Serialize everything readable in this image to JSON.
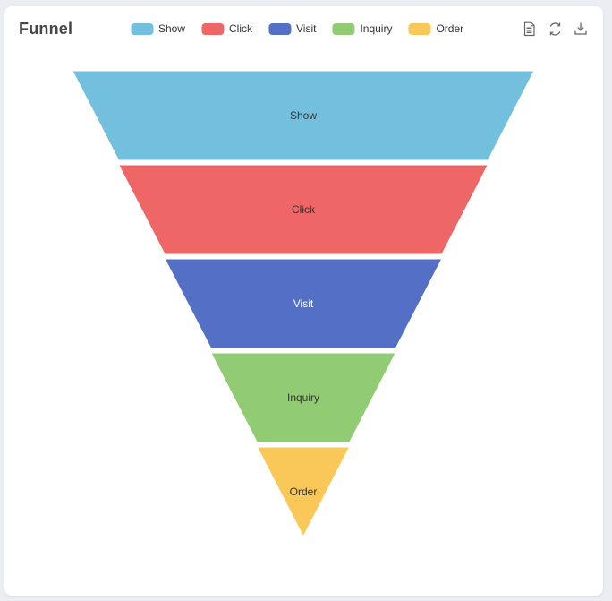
{
  "page": {
    "background_color": "#ebedf2",
    "card_background_color": "#ffffff"
  },
  "header": {
    "title": "Funnel",
    "legend": [
      {
        "label": "Show",
        "color": "#73c0de"
      },
      {
        "label": "Click",
        "color": "#ee6666"
      },
      {
        "label": "Visit",
        "color": "#5470c6"
      },
      {
        "label": "Inquiry",
        "color": "#91cc75"
      },
      {
        "label": "Order",
        "color": "#fac858"
      }
    ],
    "toolbox": [
      {
        "icon": "data-view-icon",
        "name": "data view"
      },
      {
        "icon": "restore-icon",
        "name": "restore"
      },
      {
        "icon": "save-image-icon",
        "name": "save as image"
      }
    ],
    "toolbox_icon_color": "#666666"
  },
  "chart_data": {
    "type": "funnel",
    "title": "Funnel",
    "sort": "descending",
    "orientation": "vertical",
    "label_position": "inside",
    "legend_position": "top",
    "min_size_percent": 0,
    "max_size_percent": 100,
    "border_color": "#ffffff",
    "items": [
      {
        "name": "Show",
        "value": 100,
        "color": "#73c0de",
        "label_color": "#333333"
      },
      {
        "name": "Click",
        "value": 80,
        "color": "#ee6666",
        "label_color": "#333333"
      },
      {
        "name": "Visit",
        "value": 60,
        "color": "#5470c6",
        "label_color": "#ffffff"
      },
      {
        "name": "Inquiry",
        "value": 40,
        "color": "#91cc75",
        "label_color": "#333333"
      },
      {
        "name": "Order",
        "value": 20,
        "color": "#fac858",
        "label_color": "#333333"
      }
    ]
  }
}
